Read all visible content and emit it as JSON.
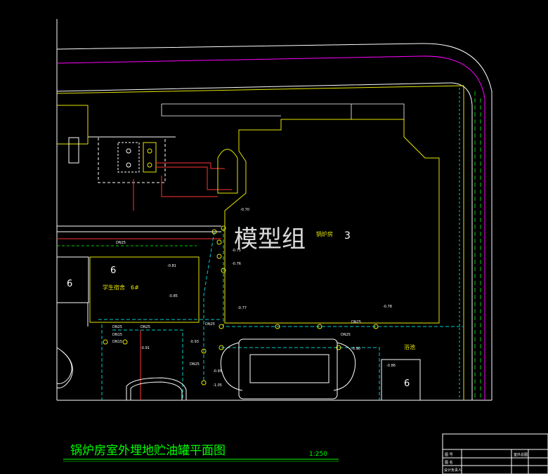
{
  "drawing": {
    "title": "锅炉房室外埋地贮油罐平面图",
    "scale": "1:250",
    "watermark": "模型组"
  },
  "buildings": {
    "boiler_room_number": "3",
    "dorm_label": "学生宿舍",
    "dorm_code": "6#",
    "left_number": "6",
    "dorm_number": "6",
    "bottom_right_number": "6",
    "bathhouse_label": "浴池"
  },
  "pipe_labels": [
    "DN25",
    "DN25",
    "DN25",
    "DN25",
    "DN25",
    "DN25",
    "DN25",
    "DN15",
    "DN15"
  ],
  "elevations": [
    "-0.70",
    "-0.75",
    "-0.76",
    "-0.77",
    "-0.78",
    "-0.81",
    "-0.85",
    "-0.86",
    "-0.90",
    "-0.91",
    "-0.93",
    "-0.95",
    "-1.05"
  ],
  "title_block": {
    "rows": [
      "图 号",
      "图 名",
      "设计负责人"
    ],
    "right_cell": "室外总图"
  },
  "colors": {
    "background": "#000000",
    "building": "#e6e600",
    "white": "#ffffff",
    "magenta": "#ff00ff",
    "green": "#00cc00",
    "cyan": "#00cccc",
    "red": "#ff3333",
    "title_text": "#00ff00"
  }
}
